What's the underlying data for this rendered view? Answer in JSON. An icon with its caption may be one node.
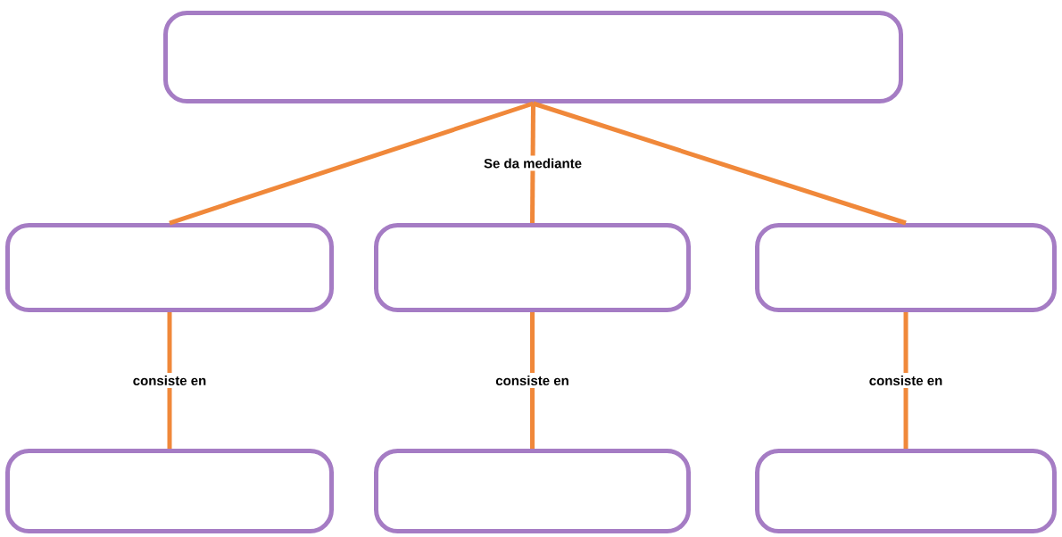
{
  "diagram": {
    "nodes": [
      {
        "text": [],
        "shape": "box"
      },
      {
        "text": [],
        "shape": "box"
      },
      {
        "text": [],
        "shape": "box"
      },
      {
        "text": [],
        "shape": "box"
      },
      {
        "text": [],
        "shape": "box"
      },
      {
        "text": [],
        "shape": "box"
      },
      {
        "text": [],
        "shape": "box"
      }
    ],
    "edges": [
      {
        "from": 0,
        "to": 1,
        "arrow": "none"
      },
      {
        "from": 0,
        "to": 2,
        "arrow": "none",
        "label": "Se da mediante"
      },
      {
        "from": 0,
        "to": 3,
        "arrow": "none"
      },
      {
        "from": 1,
        "to": 4,
        "arrow": "none",
        "label": "consiste en"
      },
      {
        "from": 2,
        "to": 5,
        "arrow": "none",
        "label": "consiste en"
      },
      {
        "from": 3,
        "to": 6,
        "arrow": "none",
        "label": "consiste en"
      }
    ]
  }
}
